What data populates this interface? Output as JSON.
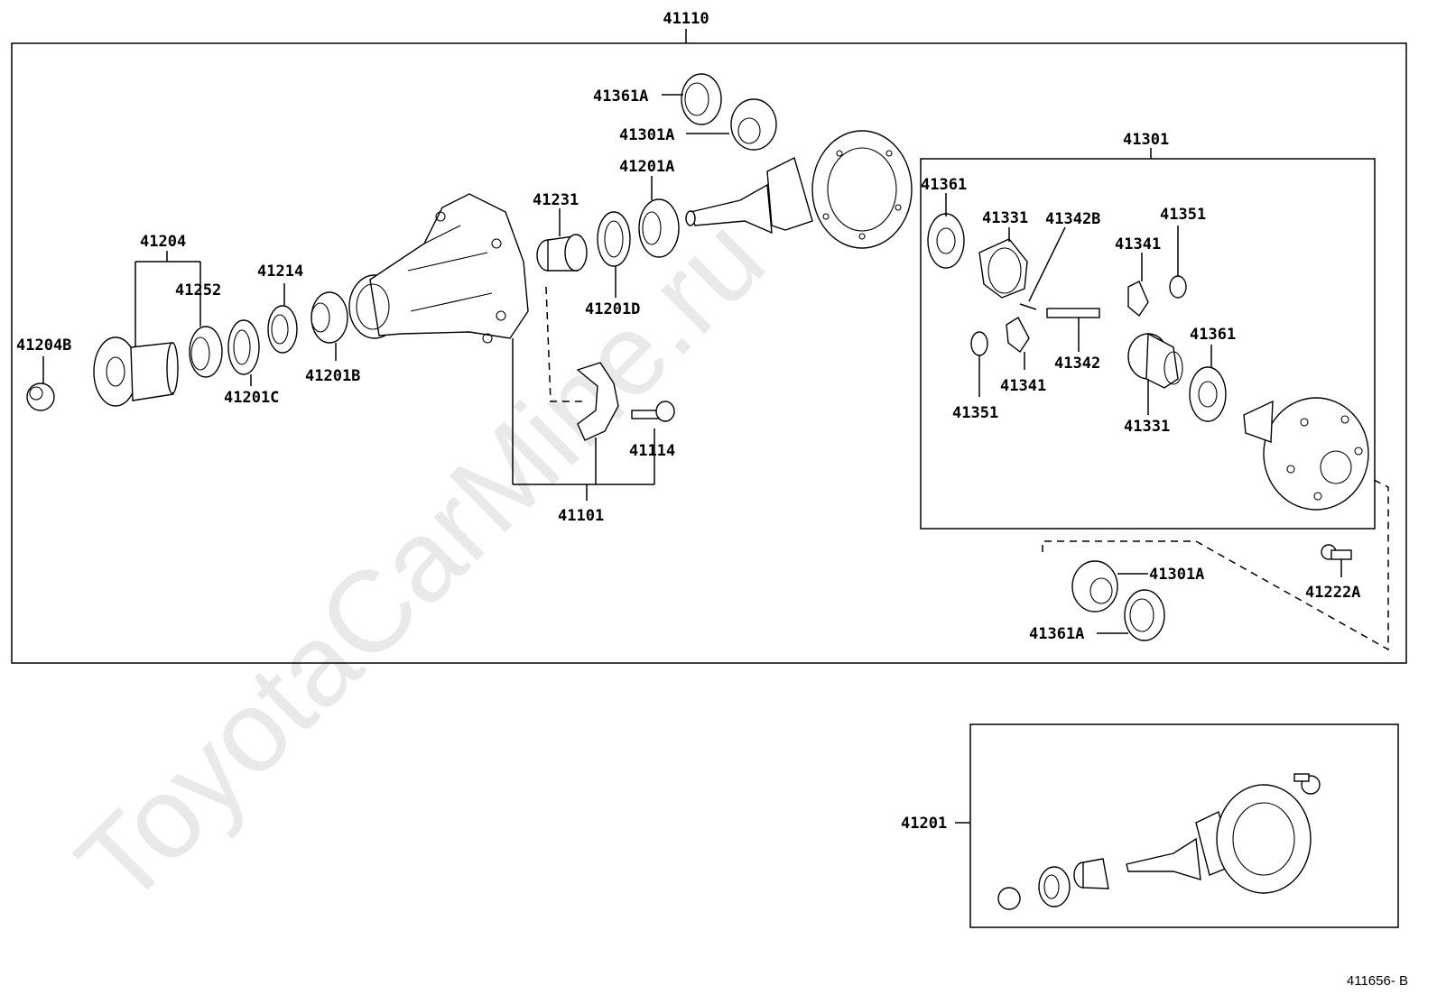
{
  "diagram": {
    "watermark": "ToyotaCarMine.ru",
    "drawing_code": "411656- B",
    "labels": {
      "l41110": "41110",
      "l41361A_top": "41361A",
      "l41301A_top": "41301A",
      "l41201A": "41201A",
      "l41231": "41231",
      "l41201D": "41201D",
      "l41204": "41204",
      "l41252": "41252",
      "l41214": "41214",
      "l41204B": "41204B",
      "l41201C": "41201C",
      "l41201B": "41201B",
      "l41114": "41114",
      "l41101": "41101",
      "l41301": "41301",
      "l41361_a": "41361",
      "l41331_a": "41331",
      "l41342B": "41342B",
      "l41351_a": "41351",
      "l41341_a": "41341",
      "l41342": "41342",
      "l41361_b": "41361",
      "l41341_b": "41341",
      "l41351_b": "41351",
      "l41331_b": "41331",
      "l41301A_bot": "41301A",
      "l41222A": "41222A",
      "l41361A_bot": "41361A",
      "l41201": "41201"
    }
  }
}
